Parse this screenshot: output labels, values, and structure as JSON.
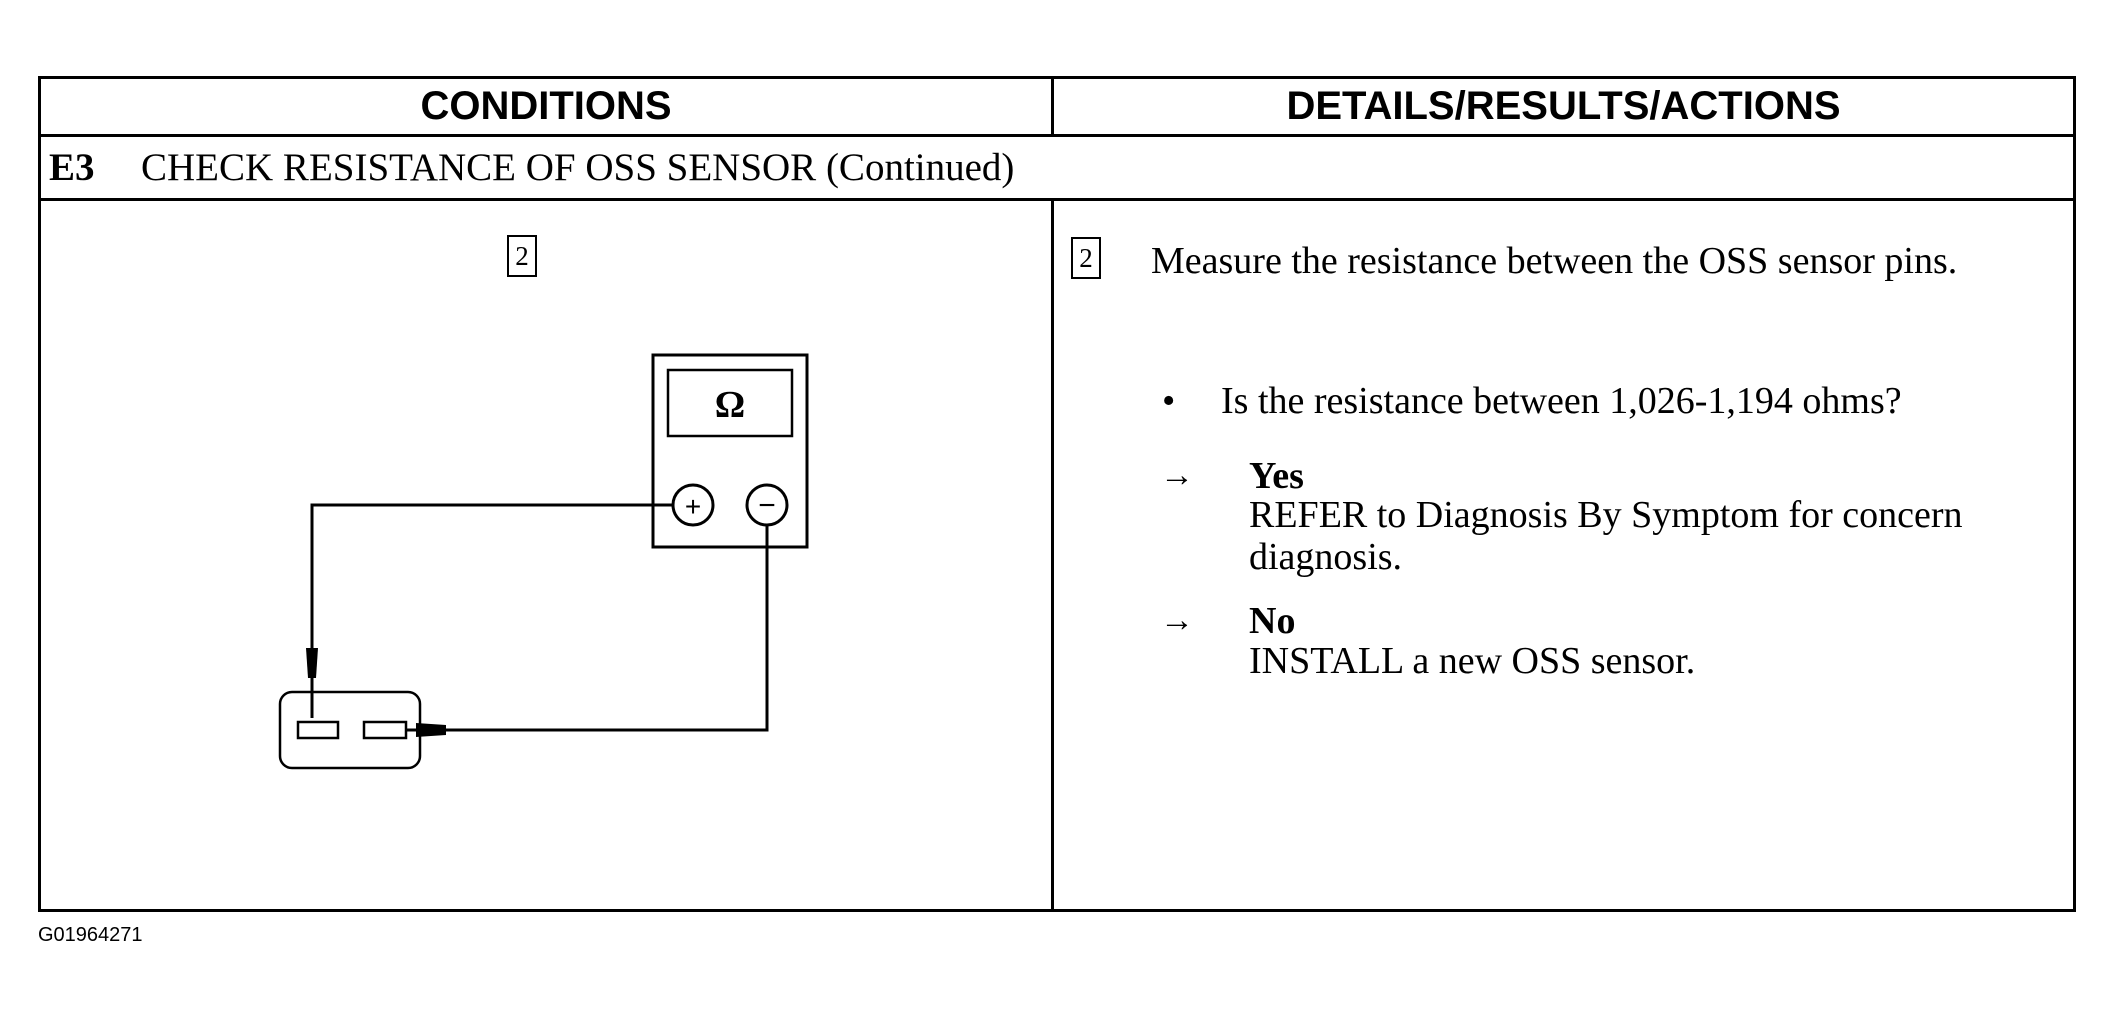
{
  "header": {
    "conditions": "CONDITIONS",
    "details": "DETAILS/RESULTS/ACTIONS"
  },
  "section": {
    "code": "E3",
    "title": "CHECK RESISTANCE OF OSS SENSOR (Continued)"
  },
  "left": {
    "step_number": "2",
    "meter_symbol": "Ω",
    "plus_symbol": "+",
    "minus_symbol": "−"
  },
  "right": {
    "step_number": "2",
    "instruction": "Measure the resistance between the OSS sensor pins.",
    "bullet": "•",
    "question": "Is the resistance between 1,026-1,194 ohms?",
    "arrow": "→",
    "yes_label": "Yes",
    "yes_text": "REFER to Diagnosis By Symptom for concern diagnosis.",
    "no_label": "No",
    "no_text": "INSTALL a new OSS sensor."
  },
  "figure_id": "G01964271"
}
